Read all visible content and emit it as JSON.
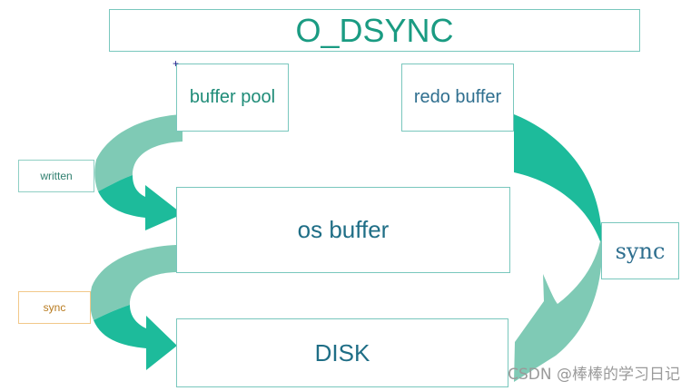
{
  "title": "O_DSYNC",
  "boxes": {
    "buffer_pool": "buffer pool",
    "redo_buffer": "redo buffer",
    "os_buffer": "os buffer",
    "disk": "DISK"
  },
  "labels": {
    "written": "written",
    "sync_left": "sync",
    "sync_right": "sync"
  },
  "watermark": "CSDN @棒棒的学习日记",
  "colors": {
    "arrow_teal": "#1dbb9b",
    "arrow_light": "#7fcab5",
    "box_border": "#79c7bd"
  }
}
